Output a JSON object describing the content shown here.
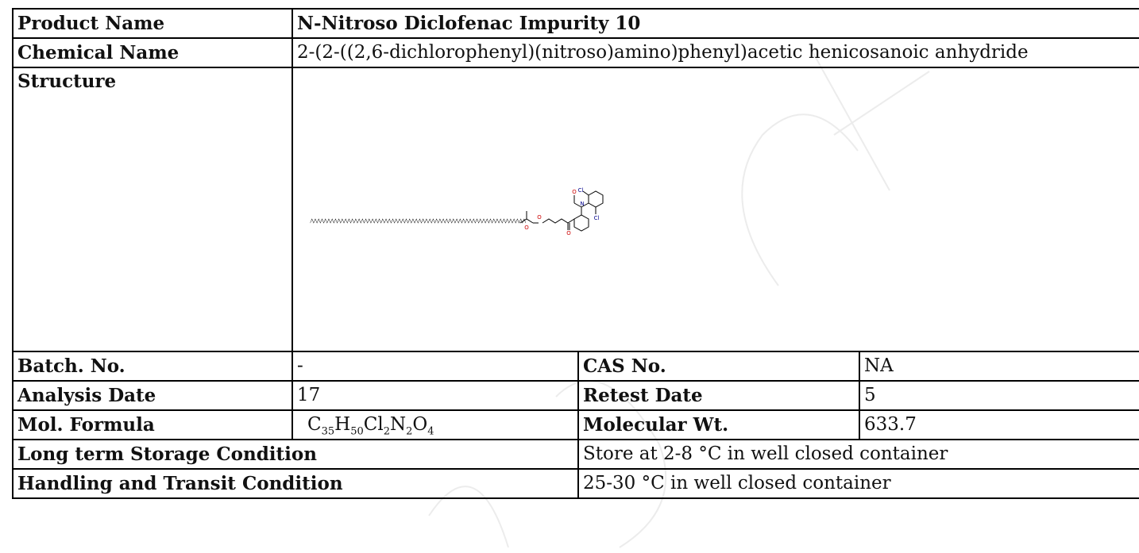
{
  "rows": {
    "product_name": {
      "label": "Product Name",
      "value": "N-Nitroso Diclofenac Impurity 10"
    },
    "chemical_name": {
      "label": "Chemical Name",
      "value": "2-(2-((2,6-dichlorophenyl)(nitroso)amino)phenyl)acetic henicosanoic anhydride"
    },
    "structure": {
      "label": "Structure",
      "atoms": {
        "cl_top": "Cl",
        "cl_bottom": "Cl",
        "n": "N",
        "o_nitroso": "O",
        "o_ester": "O",
        "o_carbonyl1": "O",
        "o_carbonyl2": "O"
      }
    },
    "batch": {
      "label": "Batch. No.",
      "value": "-",
      "label2": "CAS No.",
      "value2": "NA"
    },
    "analysis": {
      "label": "Analysis Date",
      "value": "17",
      "label2": "Retest Date",
      "value2": "5"
    },
    "formula": {
      "label": "Mol. Formula",
      "parts": [
        {
          "el": "C",
          "n": "35"
        },
        {
          "el": "H",
          "n": "50"
        },
        {
          "el": "Cl",
          "n": "2"
        },
        {
          "el": "N",
          "n": "2"
        },
        {
          "el": "O",
          "n": "4"
        }
      ],
      "label2": "Molecular Wt.",
      "value2": "633.7"
    },
    "storage": {
      "label": "Long term Storage Condition",
      "value": "Store at 2-8 °C in well closed container"
    },
    "handling": {
      "label": "Handling and Transit Condition",
      "value": "25-30 °C in well closed container"
    }
  },
  "colors": {
    "watermark": "#e9e9e9",
    "atom_o": "#cc0000",
    "atom_n_cl": "#00008b",
    "border": "#000000"
  }
}
